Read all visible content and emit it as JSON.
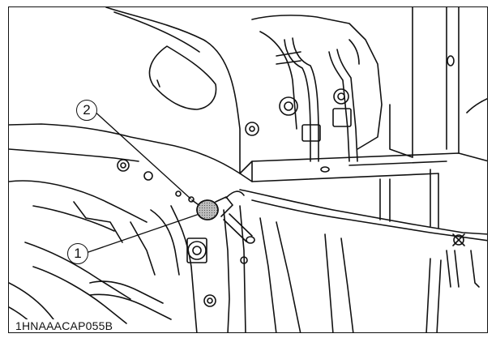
{
  "figure": {
    "code": "1HNAAACAP055B",
    "callouts": [
      {
        "id": "1",
        "label": "1"
      },
      {
        "id": "2",
        "label": "2"
      }
    ]
  },
  "colors": {
    "line": "#111111",
    "background": "#ffffff",
    "highlight_fill": "#bdbdbd"
  }
}
